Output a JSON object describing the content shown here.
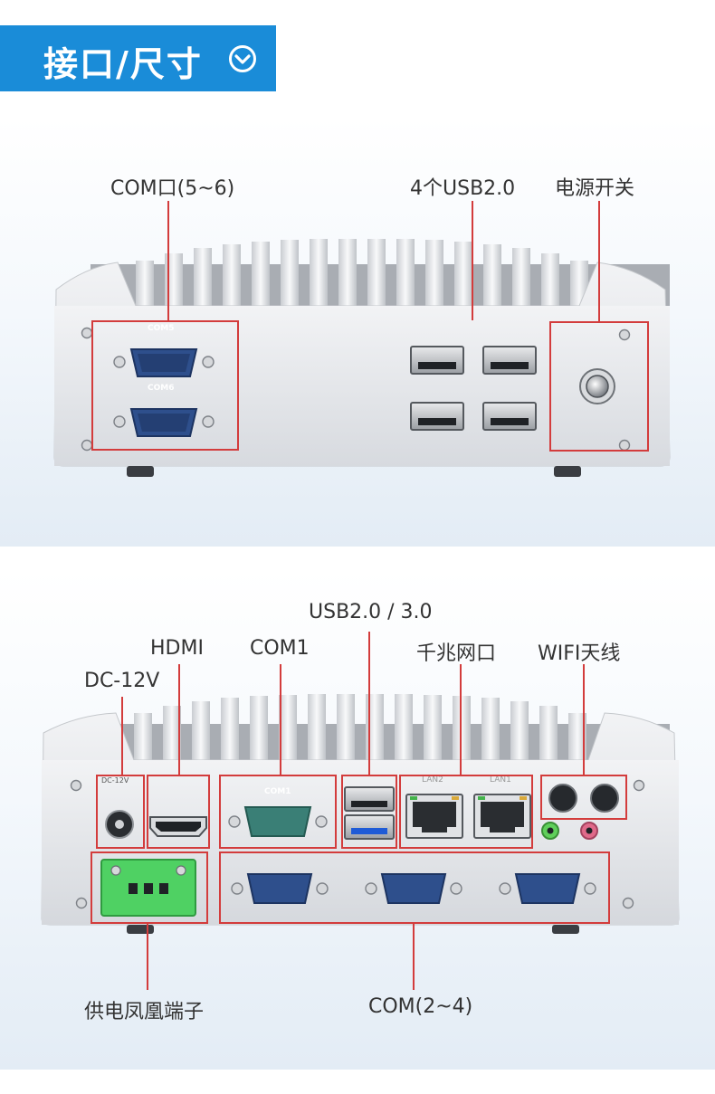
{
  "header": {
    "title": "接口/尺寸",
    "icon": "chevron-down-circle-icon"
  },
  "colors": {
    "accent": "#1a8cd8",
    "callout": "#d33c3c",
    "port_blue": "#2e4f8c",
    "terminal_green": "#4fd163"
  },
  "top_view": {
    "labels": {
      "com56": "COM口(5~6)",
      "usb": "4个USB2.0",
      "power": "电源开关"
    },
    "port_marks": {
      "com5": "COM5",
      "com6": "COM6"
    }
  },
  "bottom_view": {
    "labels": {
      "usb23": "USB2.0 / 3.0",
      "hdmi": "HDMI",
      "com1": "COM1",
      "lan": "千兆网口",
      "wifi": "WIFI天线",
      "dc": "DC-12V",
      "phoenix": "供电凤凰端子",
      "com24": "COM(2~4)"
    },
    "port_marks": {
      "com1": "COM1",
      "lan2": "LAN2",
      "lan1": "LAN1",
      "dc": "DC-12V"
    }
  }
}
